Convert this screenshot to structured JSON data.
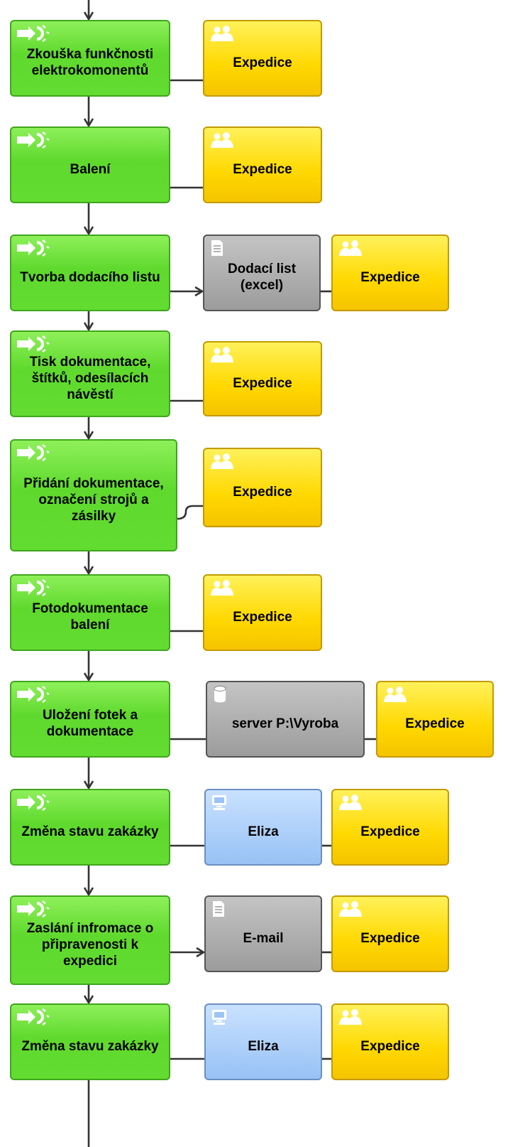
{
  "colors": {
    "function": "#63dc32",
    "role": "#ffd800",
    "document": "#9c9c9c",
    "system": "#98c2f5",
    "connector": "#333333"
  },
  "steps": [
    {
      "label": "Zkouška funkčnosti elektrokomonentů",
      "resources": [
        {
          "type": "role",
          "label": "Expedice"
        }
      ]
    },
    {
      "label": "Balení",
      "resources": [
        {
          "type": "role",
          "label": "Expedice"
        }
      ]
    },
    {
      "label": "Tvorba dodacího listu",
      "resources": [
        {
          "type": "document",
          "label": "Dodací list (excel)"
        },
        {
          "type": "role",
          "label": "Expedice"
        }
      ]
    },
    {
      "label": "Tisk dokumentace, štítků, odesílacích návěstí",
      "resources": [
        {
          "type": "role",
          "label": "Expedice"
        }
      ]
    },
    {
      "label": "Přidání dokumentace, označení strojů a zásilky",
      "resources": [
        {
          "type": "role",
          "label": "Expedice"
        }
      ]
    },
    {
      "label": "Fotodokumentace balení",
      "resources": [
        {
          "type": "role",
          "label": "Expedice"
        }
      ]
    },
    {
      "label": "Uložení fotek a dokumentace",
      "resources": [
        {
          "type": "database",
          "label": "server P:\\Vyroba"
        },
        {
          "type": "role",
          "label": "Expedice"
        }
      ]
    },
    {
      "label": "Změna stavu zakázky",
      "resources": [
        {
          "type": "system",
          "label": "Eliza"
        },
        {
          "type": "role",
          "label": "Expedice"
        }
      ]
    },
    {
      "label": "Zaslání infromace o připravenosti k expedici",
      "resources": [
        {
          "type": "document",
          "label": "E-mail"
        },
        {
          "type": "role",
          "label": "Expedice"
        }
      ]
    },
    {
      "label": "Změna stavu zakázky",
      "resources": [
        {
          "type": "system",
          "label": "Eliza"
        },
        {
          "type": "role",
          "label": "Expedice"
        }
      ]
    }
  ]
}
